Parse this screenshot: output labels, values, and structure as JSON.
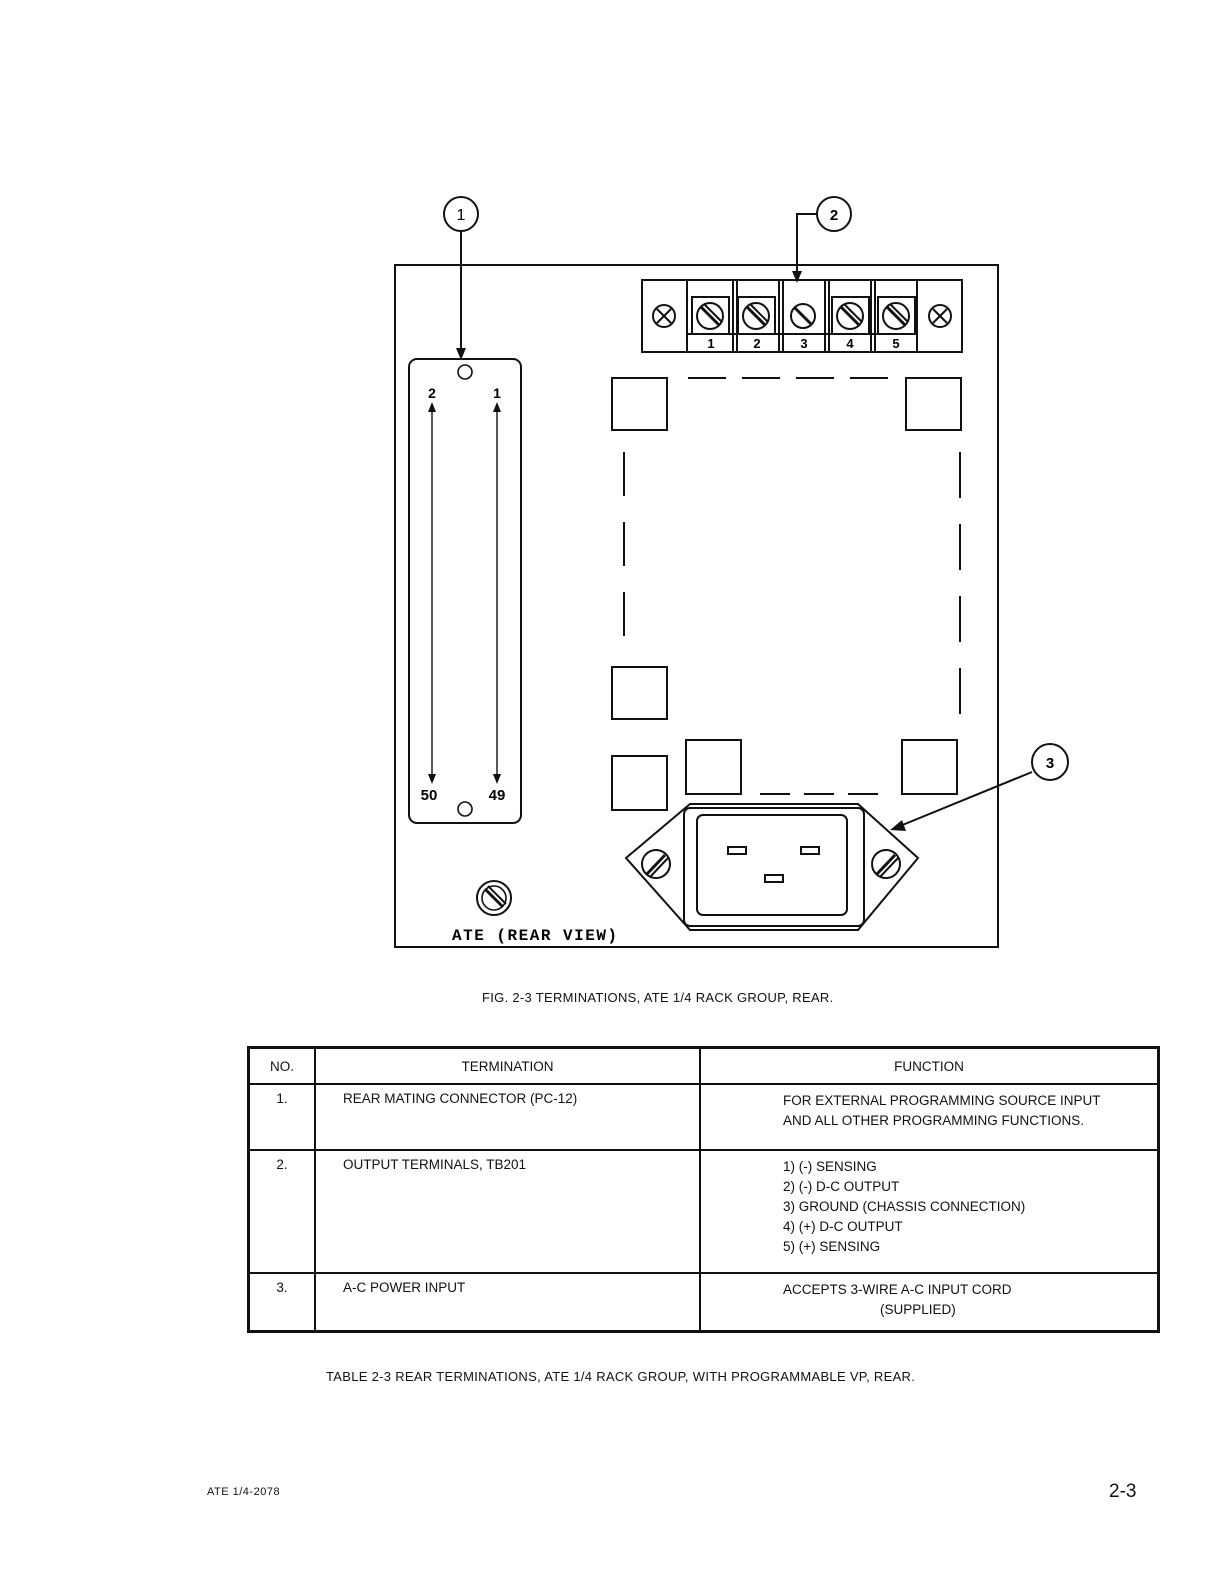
{
  "figure": {
    "callouts": [
      "1",
      "2",
      "3"
    ],
    "connector": {
      "pin_top_left": "2",
      "pin_top_right": "1",
      "pin_bottom_left": "50",
      "pin_bottom_right": "49"
    },
    "terminal_labels": [
      "1",
      "2",
      "3",
      "4",
      "5"
    ],
    "view_label": "ATE (REAR VIEW)",
    "caption": "FIG. 2-3 TERMINATIONS, ATE 1/4 RACK GROUP, REAR."
  },
  "table": {
    "headers": {
      "no": "NO.",
      "termination": "TERMINATION",
      "function": "FUNCTION"
    },
    "rows": [
      {
        "no": "1.",
        "termination": "REAR MATING CONNECTOR (PC-12)",
        "function": [
          "FOR EXTERNAL PROGRAMMING SOURCE INPUT",
          "AND ALL OTHER PROGRAMMING FUNCTIONS."
        ]
      },
      {
        "no": "2.",
        "termination": "OUTPUT TERMINALS, TB201",
        "function": [
          "1)  (-) SENSING",
          "2)  (-) D-C OUTPUT",
          "3)  GROUND (CHASSIS CONNECTION)",
          "4)  (+) D-C OUTPUT",
          "5)  (+) SENSING"
        ]
      },
      {
        "no": "3.",
        "termination": "A-C POWER INPUT",
        "function": [
          "ACCEPTS 3-WIRE A-C INPUT CORD",
          "(SUPPLIED)"
        ]
      }
    ],
    "caption": "TABLE 2-3 REAR TERMINATIONS, ATE 1/4 RACK GROUP, WITH PROGRAMMABLE VP, REAR."
  },
  "footer": {
    "doc_id": "ATE 1/4-2078",
    "page": "2-3"
  }
}
